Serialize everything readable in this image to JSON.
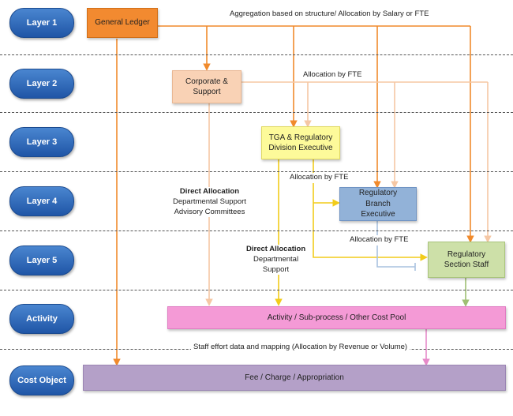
{
  "layers": [
    "Layer 1",
    "Layer 2",
    "Layer 3",
    "Layer 4",
    "Layer 5",
    "Activity",
    "Cost Object"
  ],
  "nodes": {
    "general_ledger": "General Ledger",
    "corporate_support": "Corporate & Support",
    "tga_regulatory": "TGA & Regulatory Division Executive",
    "regulatory_branch": "Regulatory Branch Executive",
    "regulatory_section": "Regulatory Section Staff",
    "activity_pool": "Activity / Sub-process / Other Cost Pool",
    "fee_charge": "Fee / Charge / Appropriation"
  },
  "labels": {
    "aggregation": "Aggregation based on structure/ Allocation by Salary or FTE",
    "alloc_fte_1": "Allocation by FTE",
    "alloc_fte_2": "Allocation by FTE",
    "alloc_fte_3": "Allocation by FTE",
    "direct_alloc_1_title": "Direct Allocation",
    "direct_alloc_1_line1": "Departmental Support",
    "direct_alloc_1_line2": "Advisory Committees",
    "direct_alloc_2_title": "Direct Allocation",
    "direct_alloc_2_line1": "Departmental",
    "direct_alloc_2_line2": "Support",
    "staff_effort": "Staff effort data and mapping (Allocation by Revenue or Volume)"
  },
  "colors": {
    "layer_pill": "#2d68b8",
    "general_ledger": "#f28a30",
    "corporate_support": "#f9d2b5",
    "tga_regulatory": "#fdfa9a",
    "regulatory_branch": "#92b2d8",
    "regulatory_section": "#cde0a8",
    "activity_pool": "#f49ad6",
    "fee_charge": "#b4a0c8"
  }
}
